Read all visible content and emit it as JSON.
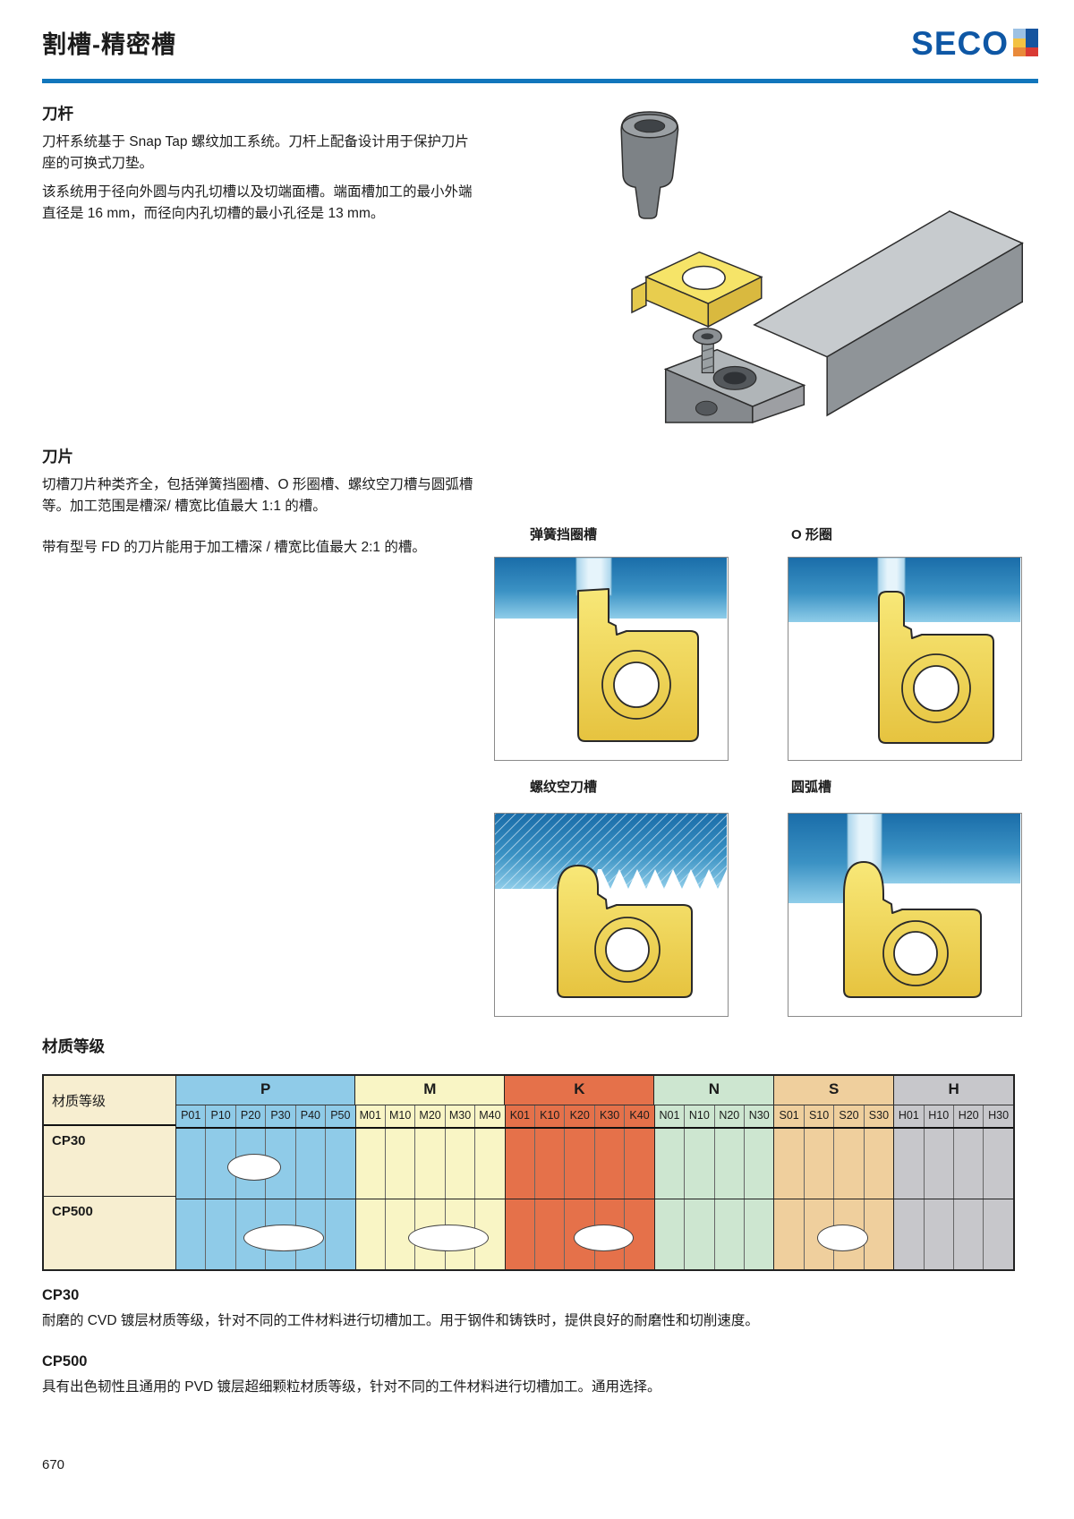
{
  "page": {
    "title": "割槽-精密槽",
    "number": "670"
  },
  "logo": {
    "text": "SECO"
  },
  "colors": {
    "accent_rule": "#1176bc",
    "logo_blue": "#0e57a5"
  },
  "sections": {
    "toolholder": {
      "heading": "刀杆",
      "para1": "刀杆系统基于 Snap Tap 螺纹加工系统。刀杆上配备设计用于保护刀片座的可换式刀垫。",
      "para2": "该系统用于径向外圆与内孔切槽以及切端面槽。端面槽加工的最小外端直径是 16 mm，而径向内孔切槽的最小孔径是 13 mm。"
    },
    "inserts": {
      "heading": "刀片",
      "para1": "切槽刀片种类齐全，包括弹簧挡圈槽、O 形圈槽、螺纹空刀槽与圆弧槽等。加工范围是槽深/ 槽宽比值最大 1:1 的槽。",
      "para2": "带有型号 FD 的刀片能用于加工槽深 / 槽宽比值最大 2:1 的槽。",
      "figures": [
        {
          "label": "弹簧挡圈槽"
        },
        {
          "label": "O 形圈"
        },
        {
          "label": "螺纹空刀槽"
        },
        {
          "label": "圆弧槽"
        }
      ]
    },
    "grades": {
      "heading": "材质等级",
      "table": {
        "corner_label": "材质等级",
        "groups": [
          {
            "label": "P",
            "color": "#8fcbe8",
            "subs": [
              "P01",
              "P10",
              "P20",
              "P30",
              "P40",
              "P50"
            ]
          },
          {
            "label": "M",
            "color": "#f9f5c5",
            "subs": [
              "M01",
              "M10",
              "M20",
              "M30",
              "M40"
            ]
          },
          {
            "label": "K",
            "color": "#e5714a",
            "subs": [
              "K01",
              "K10",
              "K20",
              "K30",
              "K40"
            ]
          },
          {
            "label": "N",
            "color": "#cde6d0",
            "subs": [
              "N01",
              "N10",
              "N20",
              "N30"
            ]
          },
          {
            "label": "S",
            "color": "#efcf9d",
            "subs": [
              "S01",
              "S10",
              "S20",
              "S30"
            ]
          },
          {
            "label": "H",
            "color": "#c7c7cb",
            "subs": [
              "H01",
              "H10",
              "H20",
              "H30"
            ]
          }
        ],
        "rows": [
          {
            "label": "CP30",
            "marks": [
              {
                "grades": "P10-P30",
                "center_col": 2.6,
                "span_cols": 1.8
              }
            ]
          },
          {
            "label": "CP500",
            "marks": [
              {
                "grades": "P20-P40",
                "center_col": 3.6,
                "span_cols": 2.7
              },
              {
                "grades": "M10-M40",
                "center_col": 9.1,
                "span_cols": 2.7
              },
              {
                "grades": "K20-K30",
                "center_col": 14.3,
                "span_cols": 2.0
              },
              {
                "grades": "S10-S20",
                "center_col": 22.3,
                "span_cols": 1.7
              }
            ]
          }
        ]
      },
      "cp30": {
        "heading": "CP30",
        "text": "耐磨的 CVD 镀层材质等级，针对不同的工件材料进行切槽加工。用于钢件和铸铁时，提供良好的耐磨性和切削速度。"
      },
      "cp500": {
        "heading": "CP500",
        "text": "具有出色韧性且通用的 PVD 镀层超细颗粒材质等级，针对不同的工件材料进行切槽加工。通用选择。"
      }
    }
  }
}
